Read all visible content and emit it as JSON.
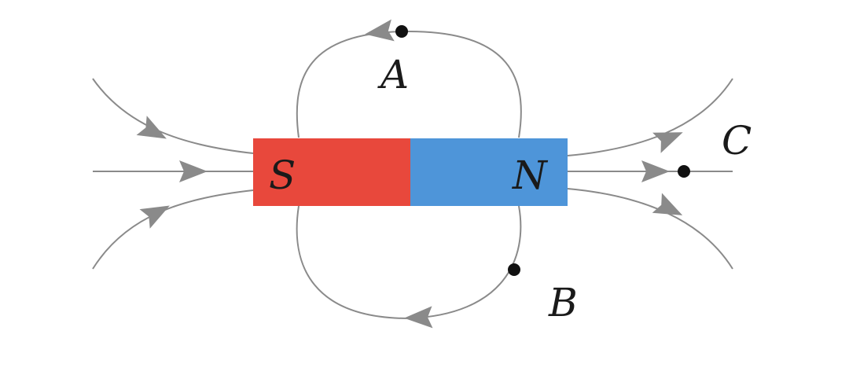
{
  "magnet": {
    "south_label": "S",
    "north_label": "N",
    "south_color": "#e8483c",
    "north_color": "#4e95d9"
  },
  "points": {
    "a_label": "A",
    "b_label": "B",
    "c_label": "C"
  },
  "colors": {
    "field_line": "#8a8a8a",
    "arrow": "#8a8a8a",
    "dot": "#111111",
    "text": "#1a1a1a"
  }
}
